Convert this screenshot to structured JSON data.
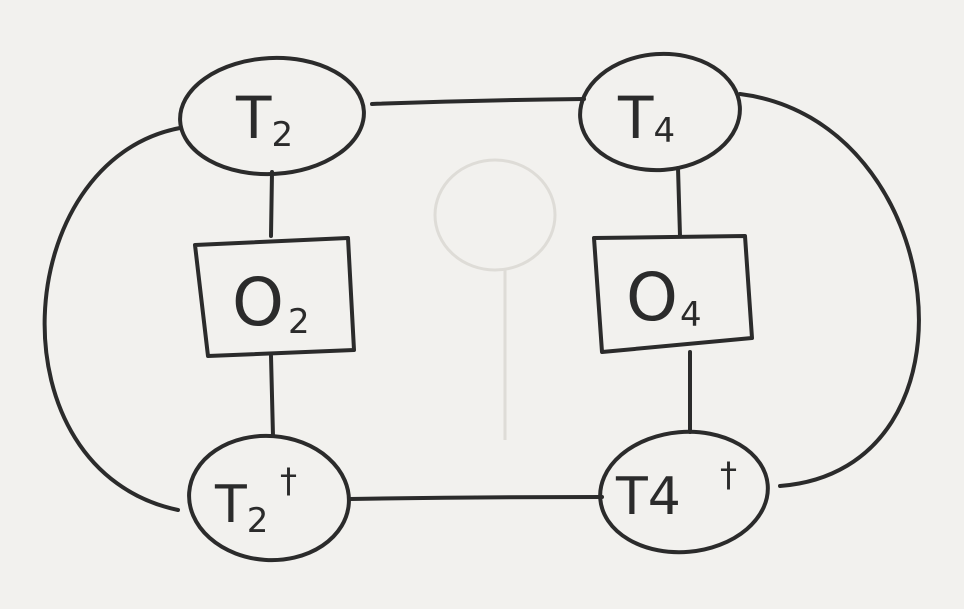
{
  "nodes": {
    "t2": {
      "main": "T",
      "sub": "2",
      "sup": ""
    },
    "t4": {
      "main": "T",
      "sub": "4",
      "sup": ""
    },
    "o2": {
      "main": "O",
      "sub": "2"
    },
    "o4": {
      "main": "O",
      "sub": "4"
    },
    "t2dag": {
      "main": "T",
      "sub": "2",
      "sup": "†"
    },
    "t4dag": {
      "main": "T4",
      "sup": "†"
    }
  }
}
